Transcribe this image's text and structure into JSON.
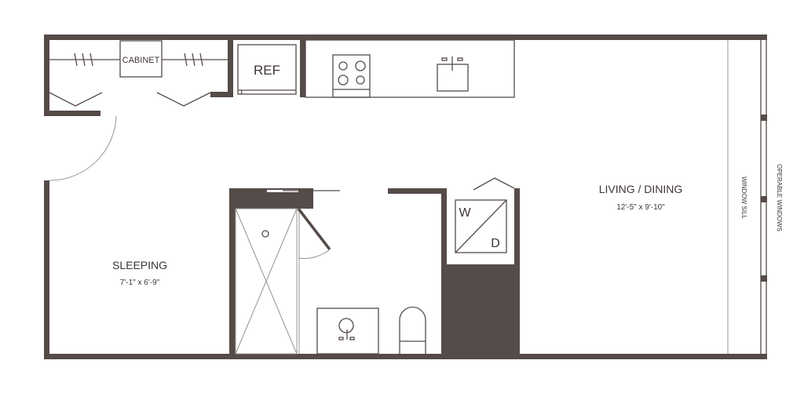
{
  "colors": {
    "wall": "#554b48",
    "text": "#3d3533"
  },
  "rooms": {
    "sleeping": {
      "name": "SLEEPING",
      "size": "7'-1\" x 6'-9\""
    },
    "living": {
      "name": "LIVING / DINING",
      "size": "12'-5\" x 9'-10\""
    }
  },
  "fixtures": {
    "cabinet": "CABINET",
    "ref": "REF",
    "washer": "W",
    "dryer": "D"
  },
  "annotations": {
    "window_sill": "WINDOW SILL",
    "operable_windows": "OPERABLE WINDOWS"
  }
}
